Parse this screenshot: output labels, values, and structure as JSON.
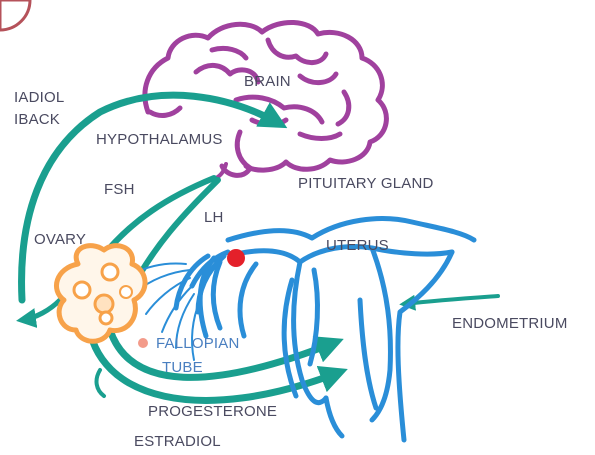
{
  "labels": {
    "feedback_line1": "IADIOL",
    "feedback_line2": "IBACK",
    "brain": "BRAIN",
    "hypothalamus": "HYPOTHALAMUS",
    "pituitary_gland": "PITUITARY GLAND",
    "fsh": "FSH",
    "lh": "LH",
    "ovary": "OVARY",
    "uterus": "UTERUS",
    "fallopian_line1": "FALLOPIAN",
    "fallopian_line2": "TUBE",
    "endometrium": "ENDOMETRIUM",
    "progesterone": "PROGESTERONE",
    "estradiol": "ESTRADIOL"
  },
  "colors": {
    "brain": "#a0419e",
    "hormone_arrow": "#1a9f8f",
    "uterus": "#2a8ed8",
    "ovary": "#f7a24a",
    "egg": "#e4202a",
    "corner_badge": "#b5525a",
    "text": "#4a4a60",
    "text_blue": "#4a7fc0"
  }
}
